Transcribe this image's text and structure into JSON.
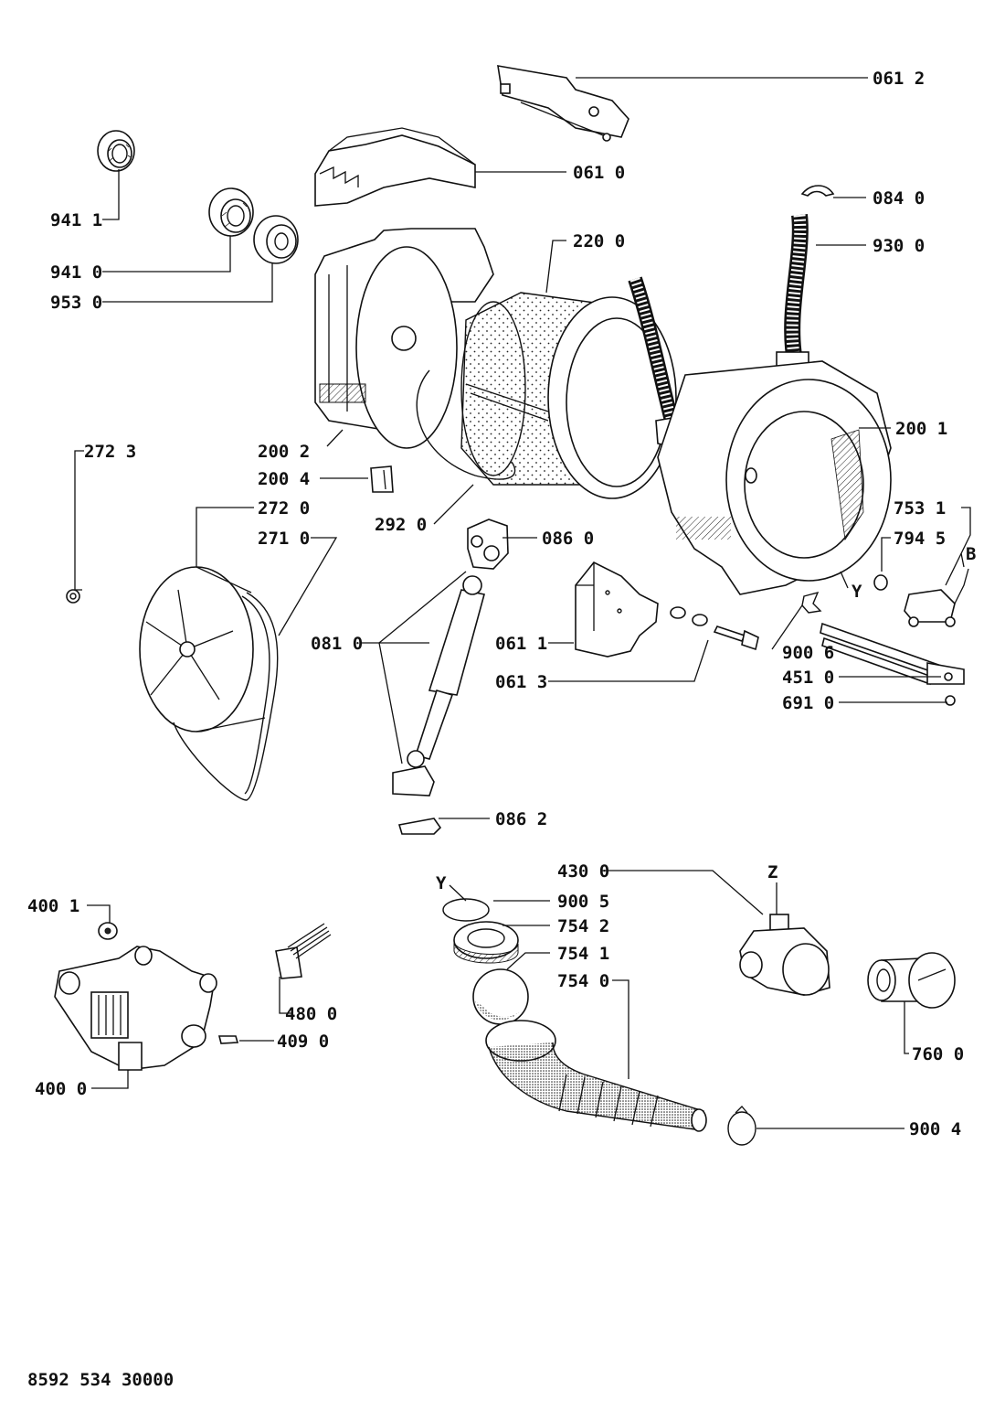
{
  "document_number": "8592 534 30000",
  "parts": {
    "p0612": "061 2",
    "p0610": "061 0",
    "p0840": "084 0",
    "p9411": "941 1",
    "p2200": "220 0",
    "p9300": "930 0",
    "p9410": "941 0",
    "p9530": "953 0",
    "p2723": "272 3",
    "p2002": "200 2",
    "p2001": "200 1",
    "p2004": "200 4",
    "p2720": "272 0",
    "p2920": "292 0",
    "p2710": "271 0",
    "p0860": "086 0",
    "p7531": "753 1",
    "p7945": "794 5",
    "pB": "B",
    "pY1": "Y",
    "p0810": "081 0",
    "p0611": "061 1",
    "p9006": "900 6",
    "p4510": "451 0",
    "p0613": "061 3",
    "p6910": "691 0",
    "p0862": "086 2",
    "p4300": "430 0",
    "pZ": "Z",
    "pY2": "Y",
    "p9005": "900 5",
    "p4001": "400 1",
    "p7542": "754 2",
    "p7541": "754 1",
    "p7540": "754 0",
    "p4800": "480 0",
    "p4090": "409 0",
    "p7600": "760 0",
    "p4000": "400 0",
    "p9004": "900 4"
  }
}
